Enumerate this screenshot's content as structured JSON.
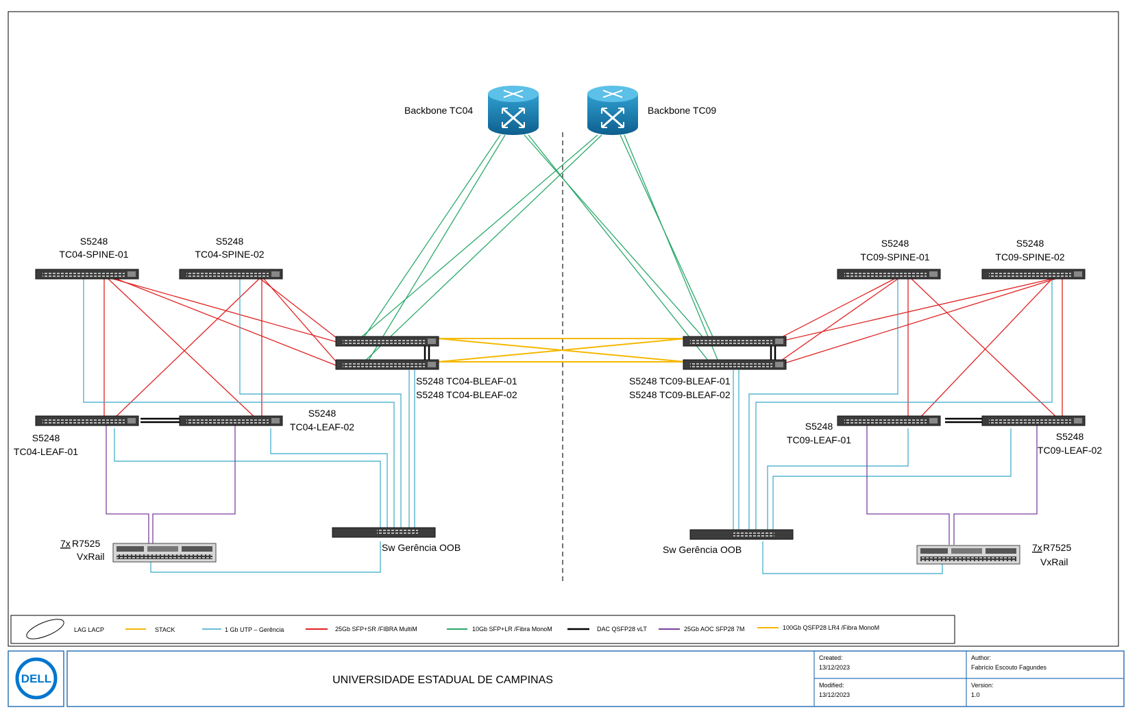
{
  "colors": {
    "frame": "#000000",
    "blue_frame": "#2e75b6",
    "uplink_10g": "#2aa86a",
    "link_25g": "#e02020",
    "mgmt_1g": "#35a8c8",
    "stack": "#f5b800",
    "aoc_25g": "#7b3f9e",
    "dac": "#000000",
    "router": "#1a7fb0",
    "dell_blue": "#0076ce"
  },
  "routers": {
    "tc04": {
      "label": "Backbone TC04",
      "icon": "router-icon"
    },
    "tc09": {
      "label": "Backbone TC09",
      "icon": "router-icon"
    }
  },
  "switches": {
    "tc04_spine_01": {
      "model": "S5248",
      "name": "TC04-SPINE-01"
    },
    "tc04_spine_02": {
      "model": "S5248",
      "name": "TC04-SPINE-02"
    },
    "tc09_spine_01": {
      "model": "S5248",
      "name": "TC09-SPINE-01"
    },
    "tc09_spine_02": {
      "model": "S5248",
      "name": "TC09-SPINE-02"
    },
    "tc04_leaf_01": {
      "model": "S5248",
      "name": "TC04-LEAF-01"
    },
    "tc04_leaf_02": {
      "model": "S5248",
      "name": "TC04-LEAF-02"
    },
    "tc09_leaf_01": {
      "model": "S5248",
      "name": "TC09-LEAF-01"
    },
    "tc09_leaf_02": {
      "model": "S5248",
      "name": "TC09-LEAF-02"
    },
    "tc04_bleaf_01": "S5248 TC04-BLEAF-01",
    "tc04_bleaf_02": "S5248 TC04-BLEAF-02",
    "tc09_bleaf_01": "S5248 TC09-BLEAF-01",
    "tc09_bleaf_02": "S5248 TC09-BLEAF-02",
    "tc04_oob": "Sw Gerência OOB",
    "tc09_oob": "Sw Gerência OOB"
  },
  "servers": {
    "tc04": {
      "count": "7x",
      "model": " R7525",
      "type": "VxRail"
    },
    "tc09": {
      "count": "7x",
      "model": " R7525",
      "type": "VxRail"
    }
  },
  "legend": [
    {
      "label": "LAG LACP",
      "kind": "lag"
    },
    {
      "label": "STACK",
      "kind": "stack"
    },
    {
      "label": "1 Gb UTP – Gerência",
      "kind": "mgmt_1g"
    },
    {
      "label": "25Gb SFP+SR /FIBRA MultiM",
      "kind": "link_25g"
    },
    {
      "label": "10Gb SFP+LR /Fibra MonoM",
      "kind": "uplink_10g"
    },
    {
      "label": "DAC QSFP28 vLT",
      "kind": "dac"
    },
    {
      "label": "25Gb AOC SFP28 7M",
      "kind": "aoc_25g"
    },
    {
      "label": "100Gb QSFP28 LR4 /Fibra MonoM",
      "kind": "stack"
    }
  ],
  "title_block": {
    "logo": "DELL",
    "title": "UNIVERSIDADE ESTADUAL DE CAMPINAS",
    "created_label": "Created:",
    "created_value": "13/12/2023",
    "modified_label": "Modified:",
    "modified_value": "13/12/2023",
    "author_label": "Author:",
    "author_value": "Fabrício Escouto Fagundes",
    "version_label": "Version:",
    "version_value": "1.0"
  }
}
